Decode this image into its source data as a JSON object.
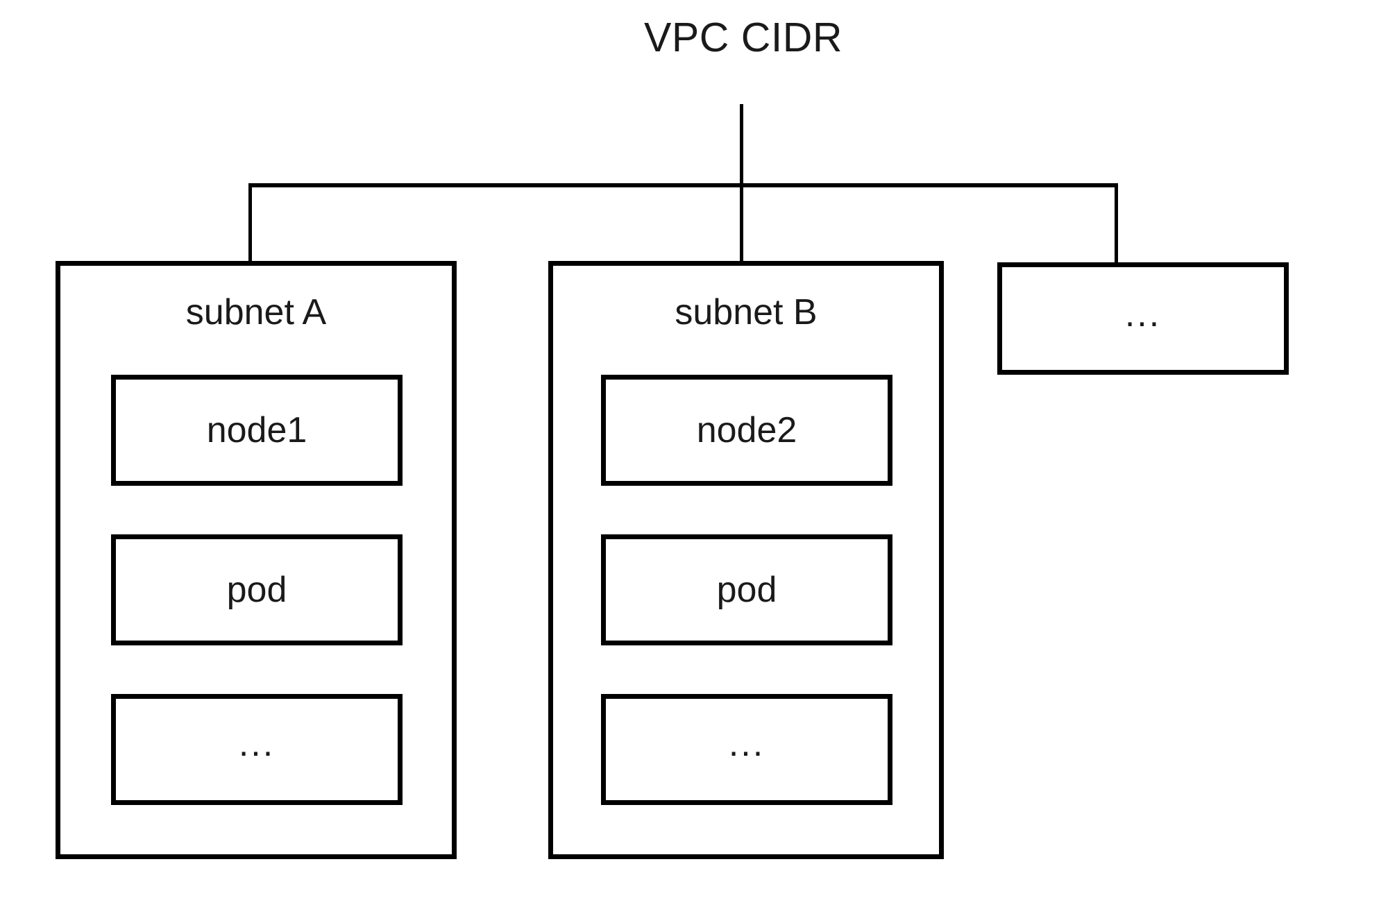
{
  "diagram": {
    "root": {
      "label": "VPC CIDR"
    },
    "children": [
      {
        "id": "subnet-a",
        "label": "subnet A",
        "items": [
          {
            "id": "node1",
            "label": "node1"
          },
          {
            "id": "pod-a",
            "label": "pod"
          },
          {
            "id": "more-a",
            "label": "..."
          }
        ]
      },
      {
        "id": "subnet-b",
        "label": "subnet B",
        "items": [
          {
            "id": "node2",
            "label": "node2"
          },
          {
            "id": "pod-b",
            "label": "pod"
          },
          {
            "id": "more-b",
            "label": "..."
          }
        ]
      },
      {
        "id": "subnet-more",
        "label": "..."
      }
    ]
  },
  "colors": {
    "stroke": "#000000",
    "background": "#ffffff",
    "text": "#1a1a1a"
  }
}
